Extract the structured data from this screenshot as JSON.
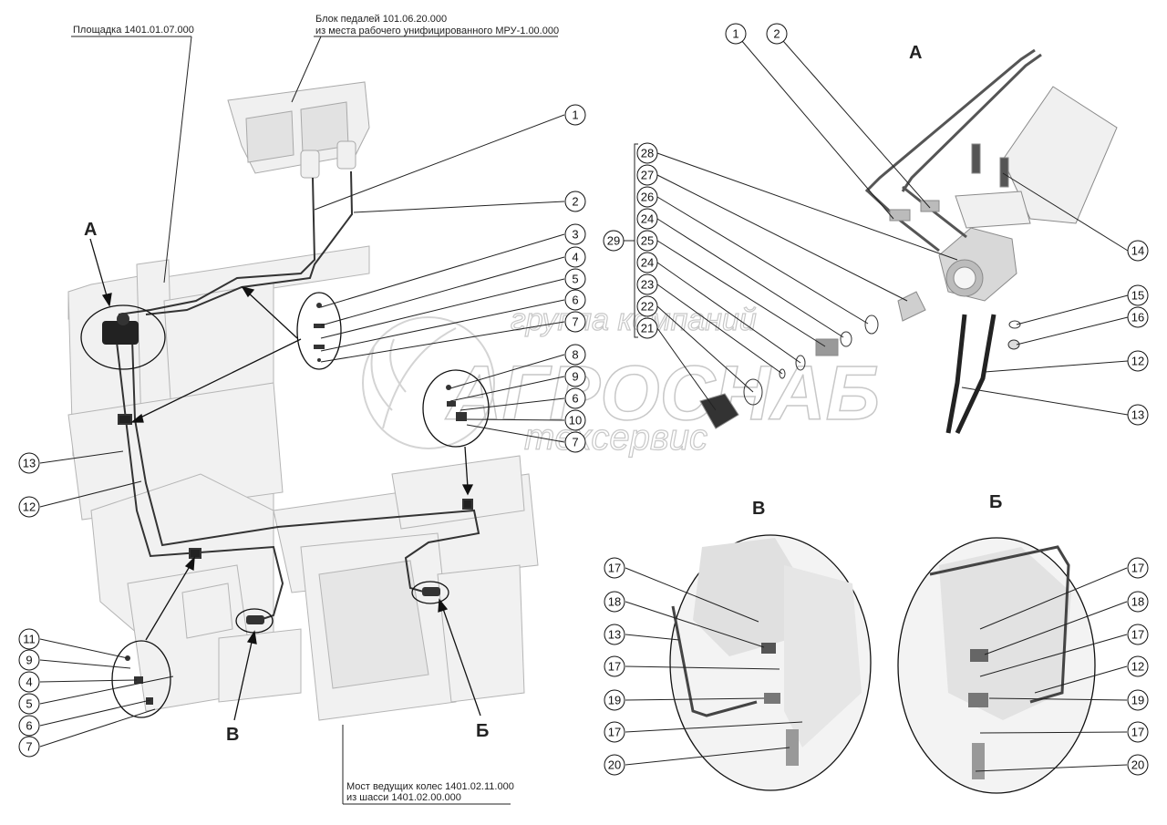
{
  "notes": {
    "platform": "Площадка 1401.01.07.000",
    "pedal_line1": "Блок педалей 101.06.20.000",
    "pedal_line2": "из места рабочего унифицированного МРУ-1.00.000",
    "axle_line1": "Мост ведущих колес 1401.02.11.000",
    "axle_line2": "из шасси 1401.02.00.000"
  },
  "views": {
    "a_main": "А",
    "a_detail": "А",
    "v_main": "В",
    "b_main": "Б",
    "v_detail": "В",
    "b_detail": "Б"
  },
  "watermark": {
    "line1": "группа компаний",
    "line2": "АГРОСНАБ",
    "line3": "техсервис"
  },
  "callouts": {
    "m1": "1",
    "m2": "2",
    "m3": "3",
    "m4": "4",
    "m5": "5",
    "m6a": "6",
    "m7a": "7",
    "m8": "8",
    "m9": "9",
    "m6b": "6",
    "m10": "10",
    "m7b": "7",
    "m13": "13",
    "m12": "12",
    "m11": "11",
    "m9b": "9",
    "m4b": "4",
    "m5b": "5",
    "m6c": "6",
    "m7c": "7",
    "a1": "1",
    "a2": "2",
    "a28": "28",
    "a27": "27",
    "a26": "26",
    "a24a": "24",
    "a29": "29",
    "a25": "25",
    "a24b": "24",
    "a23": "23",
    "a22": "22",
    "a21": "21",
    "a14": "14",
    "a15": "15",
    "a16": "16",
    "a12": "12",
    "a13": "13",
    "v17a": "17",
    "v18": "18",
    "v13": "13",
    "v17b": "17",
    "v19": "19",
    "v17c": "17",
    "v20": "20",
    "b17a": "17",
    "b18": "18",
    "b17b": "17",
    "b12": "12",
    "b19": "19",
    "b17c": "17",
    "b20": "20"
  }
}
